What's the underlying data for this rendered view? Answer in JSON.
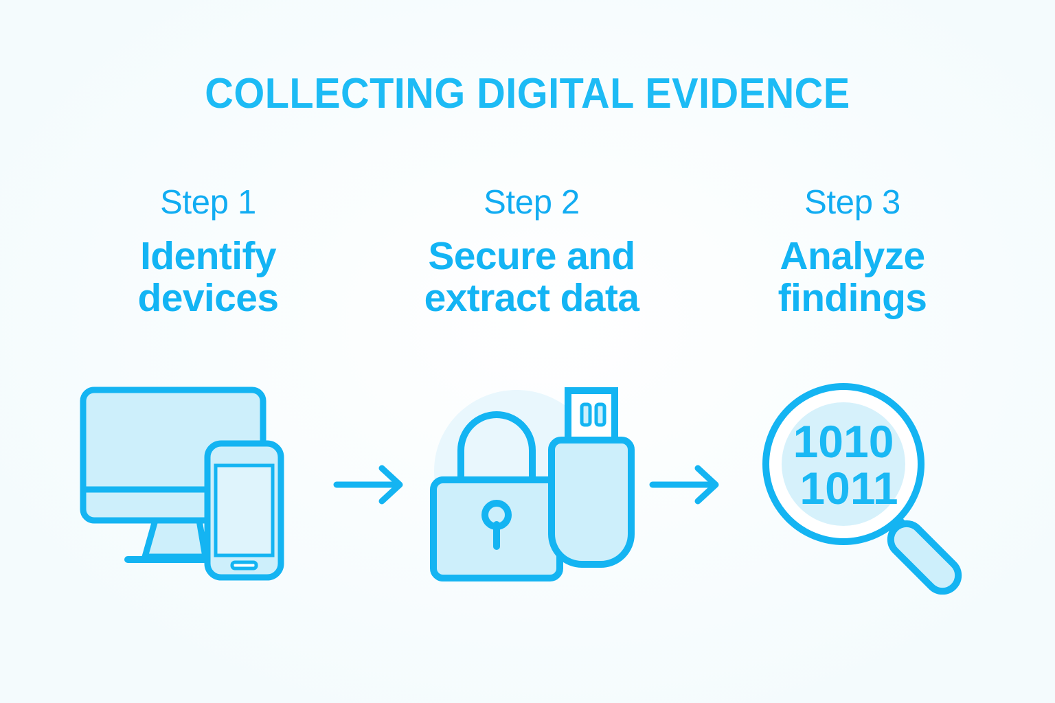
{
  "title": "COLLECTING DIGITAL EVIDENCE",
  "theme": {
    "background": "#f8fcfe",
    "accent_stroke": "#14b4f2",
    "accent_title": "#1dbbf5",
    "accent_step_label": "#11acf2",
    "icon_fill": "#cdeffb",
    "icon_fill_soft": "#e4f6fd",
    "halo": "#e9f7fd",
    "white": "#ffffff"
  },
  "steps": [
    {
      "label": "Step 1",
      "title": "Identify\ndevices",
      "title_line1": "Identify",
      "title_line2": "devices",
      "icon": "monitor-and-phone-icon"
    },
    {
      "label": "Step 2",
      "title": "Secure and\nextract data",
      "title_line1": "Secure and",
      "title_line2": "extract data",
      "icon": "padlock-and-usb-drive-icon"
    },
    {
      "label": "Step 3",
      "title": "Analyze\nfindings",
      "title_line1": "Analyze",
      "title_line2": "findings",
      "icon": "magnifying-glass-binary-icon"
    }
  ],
  "connectors": [
    {
      "name": "arrow-right-icon",
      "glyph": "→"
    },
    {
      "name": "arrow-right-icon",
      "glyph": "→"
    }
  ],
  "magnifier_binary": {
    "line1": "1010",
    "line2": "1011"
  }
}
